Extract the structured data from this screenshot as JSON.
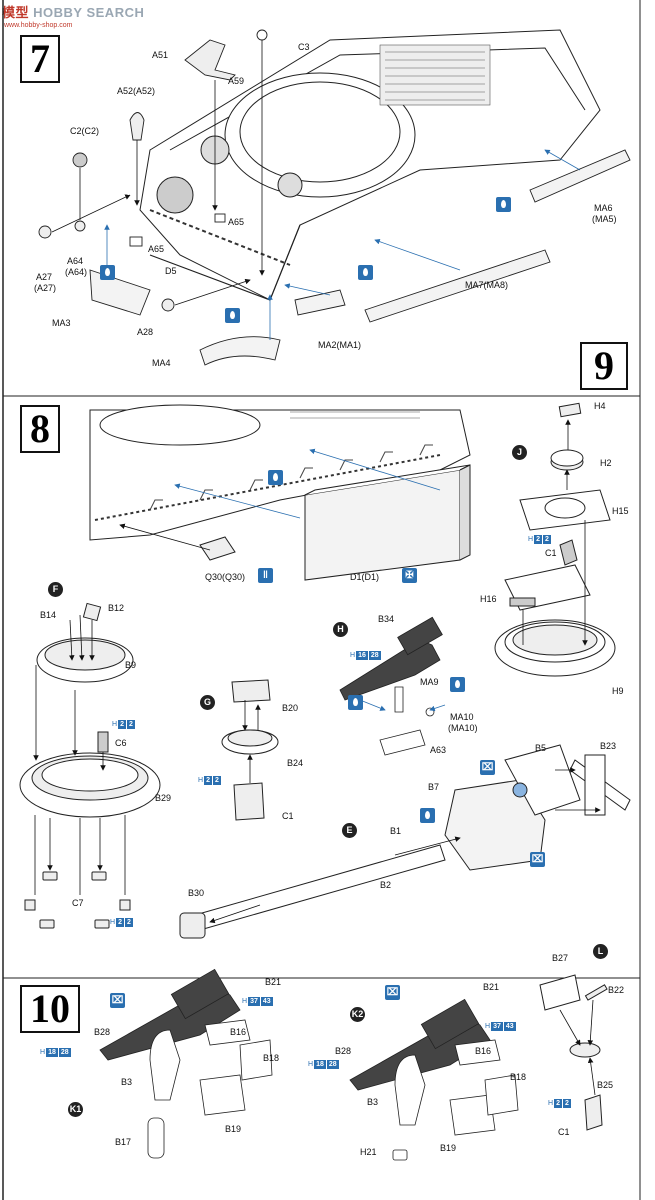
{
  "watermark": {
    "brand": "模型",
    "brand_en": "HOBBY SEARCH",
    "url": "www.hobby-shop.com"
  },
  "steps": {
    "s7": "7",
    "s8": "8",
    "s9": "9",
    "s10": "10"
  },
  "step7": {
    "labels": [
      "A51",
      "A59",
      "C3",
      "A52(A52)",
      "C2(C2)",
      "A65",
      "A65",
      "D5",
      "A27",
      "(A27)",
      "A64",
      "(A64)",
      "MA3",
      "A28",
      "MA4",
      "MA2(MA1)",
      "MA7(MA8)",
      "MA6",
      "(MA5)"
    ]
  },
  "step8": {
    "labels": [
      "Q30(Q30)",
      "D1(D1)"
    ]
  },
  "step9": {
    "circle_j": "J",
    "labels": [
      "H4",
      "H2",
      "H15",
      "C1",
      "H16",
      "H9"
    ],
    "ref_c1": {
      "text": "H",
      "n1": "2",
      "n2": "2"
    }
  },
  "partF": {
    "circle": "F",
    "labels": [
      "B14",
      "B12",
      "B9",
      "C6",
      "B29",
      "C7"
    ],
    "ref_c6": {
      "text": "H",
      "n1": "2",
      "n2": "2"
    },
    "ref_c7": {
      "text": "H",
      "n1": "2",
      "n2": "2"
    }
  },
  "partG": {
    "circle": "G",
    "labels": [
      "B20",
      "B24",
      "C1"
    ],
    "ref": {
      "text": "H",
      "n1": "2",
      "n2": "2"
    }
  },
  "partH": {
    "circle": "H",
    "labels": [
      "B34",
      "MA9",
      "MA10",
      "(MA10)",
      "A63"
    ],
    "ref": {
      "text": "H",
      "n1": "16",
      "n2": "28"
    }
  },
  "partE": {
    "circle": "E",
    "labels": [
      "B5",
      "B23",
      "B7",
      "B1",
      "B2",
      "B30"
    ]
  },
  "partK1": {
    "circle": "K1",
    "labels": [
      "B21",
      "B28",
      "B16",
      "B18",
      "B3",
      "B19",
      "B17"
    ],
    "ref_b21": {
      "text": "H",
      "n1": "37",
      "n2": "43"
    },
    "ref_b28": {
      "text": "H",
      "n1": "18",
      "n2": "28"
    }
  },
  "partK2": {
    "circle": "K2",
    "labels": [
      "B21",
      "B28",
      "B16",
      "B18",
      "B3",
      "B19",
      "H21"
    ],
    "ref_b21": {
      "text": "H",
      "n1": "37",
      "n2": "43"
    },
    "ref_b28": {
      "text": "H",
      "n1": "18",
      "n2": "28"
    }
  },
  "partL": {
    "circle": "L",
    "labels": [
      "B27",
      "B22",
      "B25",
      "C1"
    ],
    "ref": {
      "text": "H",
      "n1": "2",
      "n2": "2"
    }
  }
}
